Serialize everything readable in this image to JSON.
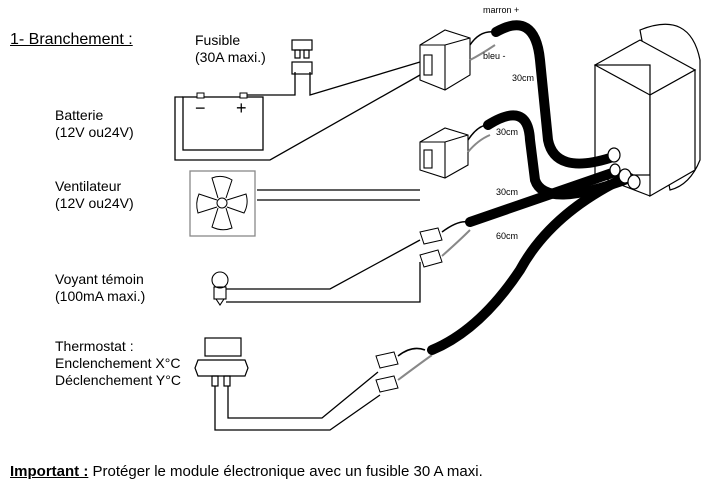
{
  "title": "1- Branchement :",
  "components": {
    "fuse": {
      "name": "Fusible",
      "spec": "(30A maxi.)"
    },
    "battery": {
      "name": "Batterie",
      "spec": "(12V ou24V)",
      "minus": "−",
      "plus": "+"
    },
    "fan": {
      "name": "Ventilateur",
      "spec": "(12V ou24V)"
    },
    "lamp": {
      "name": "Voyant témoin",
      "spec": "(100mA maxi.)"
    },
    "thermostat": {
      "name": "Thermostat :",
      "on": "Enclenchement X°C",
      "off": "Déclenchement Y°C"
    }
  },
  "wire_labels": {
    "positive": "marron +",
    "negative": "bleu -",
    "cable1": "30cm",
    "cable2": "30cm",
    "cable3": "30cm",
    "cable4": "60cm"
  },
  "note": {
    "label": "Important :",
    "text": " Protéger le module électronique avec un fusible 30 A maxi."
  }
}
